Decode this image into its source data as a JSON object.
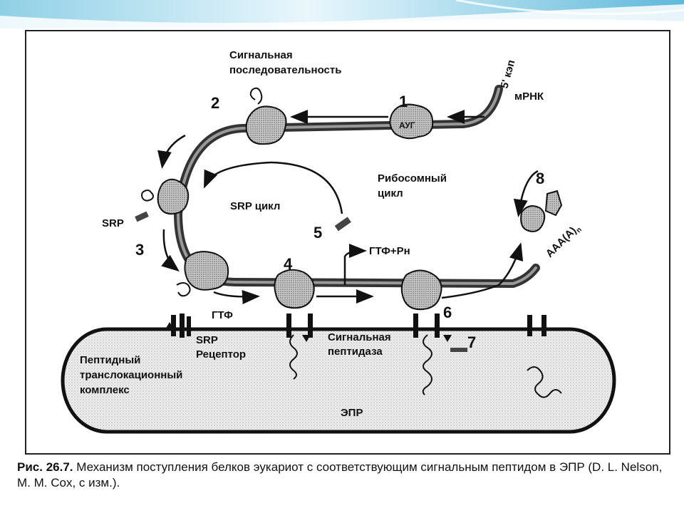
{
  "diagram": {
    "labels": {
      "signal_sequence": [
        "Сигнальная",
        "последовательность"
      ],
      "five_cap": "5' кэп",
      "mrna": "мРНК",
      "codon": "АУГ",
      "ribosome_cycle": [
        "Рибосомный",
        "цикл"
      ],
      "srp_cycle": "SRP цикл",
      "srp": "SRP",
      "gtp_pn": "ГТФ+Рн",
      "gtp": "ГТФ",
      "srp_receptor": [
        "SRP",
        "Рецептор"
      ],
      "signal_peptidase": [
        "Сигнальная",
        "пептидаза"
      ],
      "translocation_complex": [
        "Пептидный",
        "транслокационный",
        "комплекс"
      ],
      "poly_a": "ААА(А)",
      "poly_a_sub": "n",
      "er": "ЭПР"
    },
    "steps": [
      "1",
      "2",
      "3",
      "4",
      "5",
      "6",
      "7",
      "8"
    ]
  },
  "caption": {
    "label": "Рис. 26.7.",
    "text": " Механизм поступления белков эукариот с соответствующим сигнальным пептидом в ЭПР (D. L. Nelson, M. M. Cox, с изм.)."
  },
  "colors": {
    "banner_light": "#dff4fb",
    "banner_dark": "#7cc9e3",
    "ink": "#111111",
    "membrane_fill": "#e6e6e6"
  }
}
